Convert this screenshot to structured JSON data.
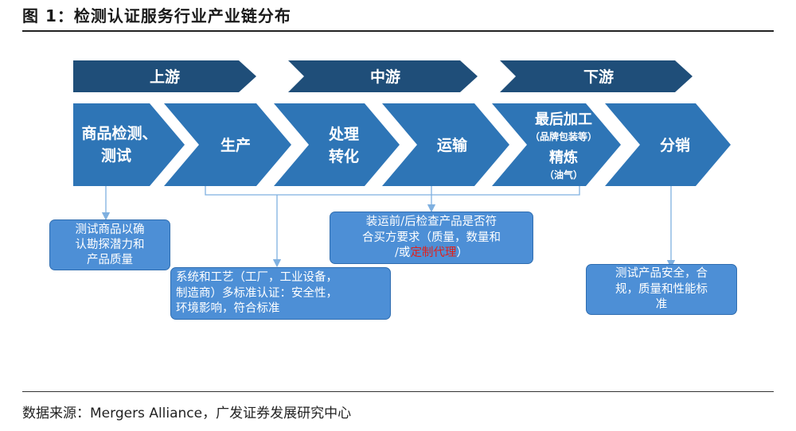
{
  "title": "图 1：检测认证服务行业产业链分布",
  "stages": [
    "上游",
    "中游",
    "下游"
  ],
  "chain": [
    {
      "lines": [
        "商品检测、",
        "测试"
      ]
    },
    {
      "lines": [
        "生产"
      ]
    },
    {
      "lines": [
        "处理",
        "转化"
      ]
    },
    {
      "lines": [
        "运输"
      ]
    },
    {
      "lines": [
        "最后加工",
        "（品牌包装等）",
        "精炼",
        "（油气）"
      ]
    },
    {
      "lines": [
        "分销"
      ]
    }
  ],
  "notes": {
    "testing": [
      "测试商品以确",
      "认勘探潜力和",
      "产品质量"
    ],
    "production": [
      "系统和工艺（工厂，工业设备，",
      "制造商）多标准认证：安全性，",
      "环境影响，符合标准"
    ],
    "transport_pre": "装运前/后检查产品是否符",
    "transport_mid": "合买方要求（质量，数量和",
    "transport_tail_prefix": "/或",
    "transport_tail_red": "定制代理",
    "transport_tail_suffix": "）",
    "distribution": [
      "测试产品安全，合",
      "规，质量和性能标",
      "准"
    ]
  },
  "source": "数据来源：Mergers Alliance，广发证券发展研究中心",
  "colors": {
    "stage_fill": "#1f4e79",
    "chain_fill": "#2e75b6",
    "note_fill": "#4d8fd6",
    "connector": "#7fb0e0",
    "highlight": "#e0201c"
  }
}
